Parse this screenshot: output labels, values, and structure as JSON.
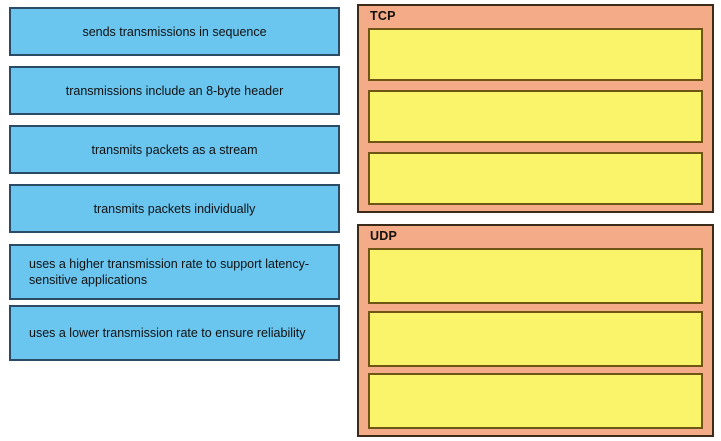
{
  "exercise": {
    "type": "drag-and-drop-categorization",
    "source_tiles": [
      {
        "label": "sends transmissions in sequence",
        "lines": 1
      },
      {
        "label": "transmissions include an 8-byte header",
        "lines": 1
      },
      {
        "label": "transmits packets as a stream",
        "lines": 1
      },
      {
        "label": "transmits packets individually",
        "lines": 1
      },
      {
        "label": "uses a higher transmission rate to support latency-sensitive applications",
        "lines": 2
      },
      {
        "label": "uses a lower transmission rate to ensure reliability",
        "lines": 2
      }
    ],
    "categories": [
      {
        "title": "TCP",
        "dropzones": [
          {
            "value": ""
          },
          {
            "value": ""
          },
          {
            "value": ""
          }
        ]
      },
      {
        "title": "UDP",
        "dropzones": [
          {
            "value": ""
          },
          {
            "value": ""
          },
          {
            "value": ""
          }
        ]
      }
    ]
  },
  "colors": {
    "tile_fill": "#6ac5ef",
    "tile_border": "#2b4a63",
    "panel_fill": "#f4ab88",
    "panel_border": "#3a2a17",
    "dropzone_fill": "#faf46a",
    "dropzone_border": "#6e5415",
    "background": "#ffffff"
  }
}
